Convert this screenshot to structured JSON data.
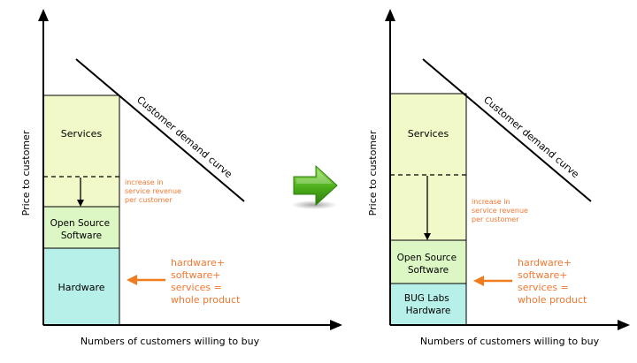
{
  "colors": {
    "services": "#f2f9c9",
    "open_source": "#dcf6c4",
    "hardware": "#b7f0e8",
    "note": "#f07832",
    "hardware_arrow": "#f07c1e",
    "center_arrow": "#4cae1a",
    "ink": "#000000"
  },
  "left": {
    "y_axis_label": "Price to customer",
    "x_axis_label": "Numbers of customers willing to buy",
    "demand_label": "Customer demand curve",
    "services_label": "Services",
    "open_source_label": [
      "Open Source",
      "Software"
    ],
    "hardware_label": [
      "Hardware"
    ],
    "increase_note": [
      "increase in",
      "service revenue",
      "per customer"
    ],
    "product_note": [
      "hardware+",
      "software+",
      "services =",
      "whole product"
    ]
  },
  "right": {
    "y_axis_label": "Price to customer",
    "x_axis_label": "Numbers of customers willing to buy",
    "demand_label": "Customer demand curve",
    "services_label": "Services",
    "open_source_label": [
      "Open Source",
      "Software"
    ],
    "hardware_label": [
      "BUG Labs",
      "Hardware"
    ],
    "increase_note": [
      "increase in",
      "service revenue",
      "per customer"
    ],
    "product_note": [
      "hardware+",
      "software+",
      "services =",
      "whole product"
    ]
  },
  "transition_icon": "green-arrow-right-icon"
}
